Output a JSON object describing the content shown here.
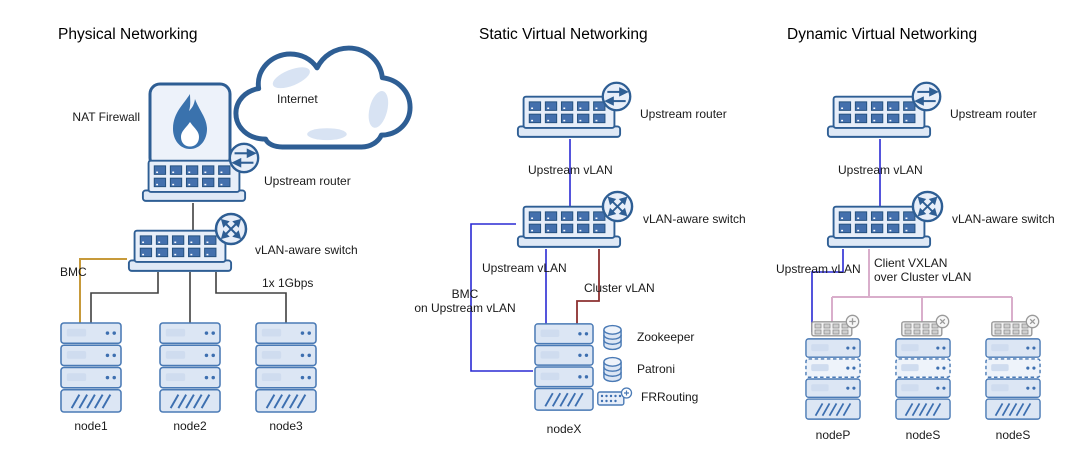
{
  "colors": {
    "shape_stroke": "#2e5e94",
    "shape_fill": "#e7eef9",
    "port_fill": "#4470ad",
    "server_stroke": "#4a7ab5",
    "line_physical": "#404040",
    "line_vlan_blue": "#2a2ad4",
    "line_cluster_red": "#8c3030",
    "line_bmc_orange": "#c79a3a",
    "line_vxlan_pink": "#d9aecb"
  },
  "physical": {
    "title": "Physical Networking",
    "internet_label": "Internet",
    "firewall_label": "NAT Firewall",
    "router_label": "Upstream router",
    "switch_label": "vLAN-aware switch",
    "bmc_label": "BMC",
    "uplink_label": "1x 1Gbps",
    "nodes": [
      {
        "label": "node1"
      },
      {
        "label": "node2"
      },
      {
        "label": "node3"
      }
    ]
  },
  "static_net": {
    "title": "Static Virtual Networking",
    "router_label": "Upstream router",
    "upstream_vlan_top": "Upstream vLAN",
    "switch_label": "vLAN-aware switch",
    "upstream_vlan_bottom": "Upstream vLAN",
    "cluster_vlan_label": "Cluster vLAN",
    "bmc_line1": "BMC",
    "bmc_line2": "on Upstream vLAN",
    "node_label": "nodeX",
    "services": [
      {
        "label": "Zookeeper"
      },
      {
        "label": "Patroni"
      },
      {
        "label": "FRRouting"
      }
    ]
  },
  "dynamic_net": {
    "title": "Dynamic Virtual Networking",
    "router_label": "Upstream router",
    "upstream_vlan_top": "Upstream vLAN",
    "switch_label": "vLAN-aware switch",
    "upstream_vlan_bottom": "Upstream vLAN",
    "vxlan_line1": "Client VXLAN",
    "vxlan_line2": "over Cluster vLAN",
    "nodes": [
      {
        "label": "nodeP"
      },
      {
        "label": "nodeS"
      },
      {
        "label": "nodeS"
      }
    ]
  }
}
